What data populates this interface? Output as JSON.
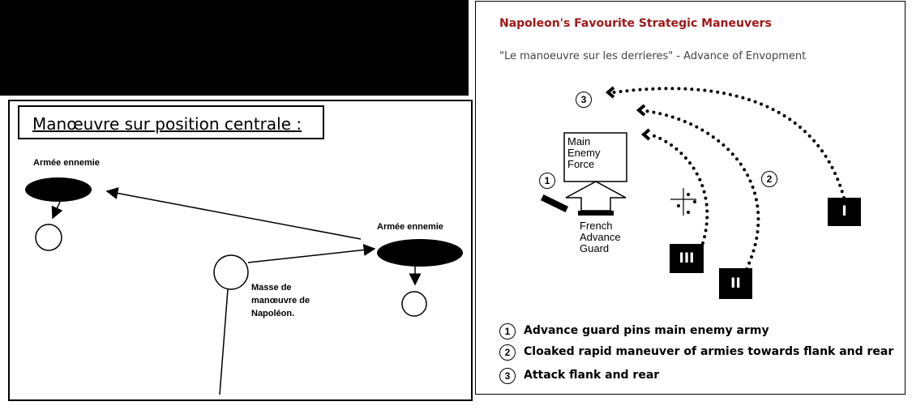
{
  "left": {
    "title": "Manœuvre sur position centrale :",
    "army_label_1": "Armée ennemie",
    "army_label_2": "Armée ennemie",
    "napoleon_label": "Masse de manœuvre de Napoléon."
  },
  "right": {
    "title": "Napoleon's Favourite Strategic Maneuvers",
    "subtitle": "\"Le manoeuvre sur les derrieres\" - Advance of Envopment",
    "main_enemy_label": "Main\nEnemy\nForce",
    "french_label": "French\nAdvance\nGuard",
    "units": [
      "I",
      "II",
      "III"
    ],
    "markers": [
      "1",
      "2",
      "3"
    ],
    "legend": [
      {
        "num": "1",
        "text": "Advance guard pins main enemy army"
      },
      {
        "num": "2",
        "text": "Cloaked rapid maneuver of armies towards flank and rear"
      },
      {
        "num": "3",
        "text": "Attack flank and rear"
      }
    ]
  }
}
